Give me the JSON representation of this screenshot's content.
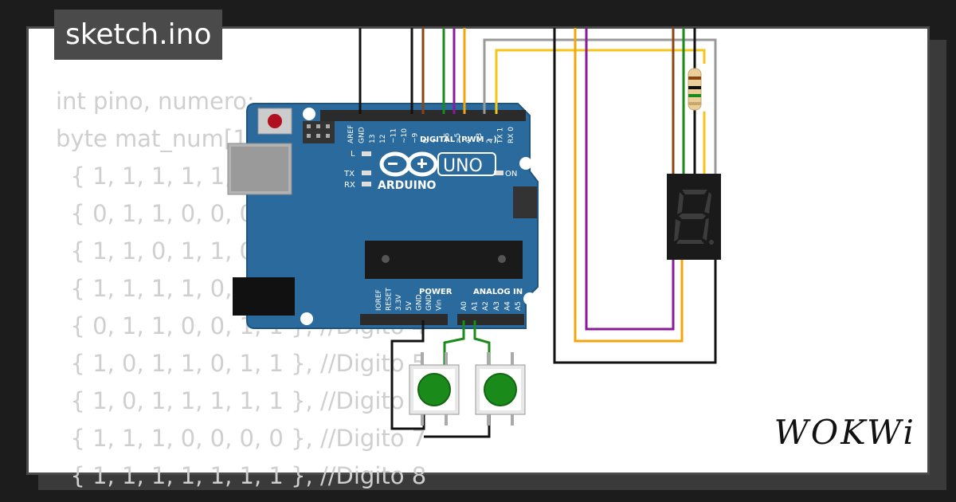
{
  "window": {
    "tab_title": "sketch.ino"
  },
  "code_lines": [
    "int pino, numero;",
    "byte mat_num[10][7] = {",
    "  { 1, 1, 1, 1, 1, 1, 0 }, //Digito 0",
    "  { 0, 1, 1, 0, 0, 0, 0 }, //Digito 1",
    "  { 1, 1, 0, 1, 1, 0, 1 }, //Digito 2",
    "  { 1, 1, 1, 1, 0, 0, 1 }, //Digito 3",
    "  { 0, 1, 1, 0, 0, 1, 1 }, //Digito 4",
    "  { 1, 0, 1, 1, 0, 1, 1 }, //Digito 5",
    "  { 1, 0, 1, 1, 1, 1, 1 }, //Digito 6",
    "  { 1, 1, 1, 0, 0, 0, 0 }, //Digito 7",
    "  { 1, 1, 1, 1, 1, 1, 1 }, //Digito 8"
  ],
  "arduino": {
    "brand": "ARDUINO",
    "model": "UNO",
    "digital_label": "DIGITAL (PWM ~)",
    "power_label": "POWER",
    "analog_label": "ANALOG IN",
    "led_labels": {
      "l": "L",
      "tx": "TX",
      "rx": "RX",
      "on": "ON"
    },
    "digital_pins": [
      "AREF",
      "GND",
      "13",
      "12",
      "~11",
      "~10",
      "~9",
      "8",
      "7",
      "~6",
      "~5",
      "4",
      "~3",
      "2",
      "TX 1",
      "RX 0"
    ],
    "power_pins": [
      "IOREF",
      "RESET",
      "3.3V",
      "5V",
      "GND",
      "GND",
      "Vin"
    ],
    "analog_pins": [
      "A0",
      "A1",
      "A2",
      "A3",
      "A4",
      "A5"
    ]
  },
  "brand_logo": "WOKWi",
  "colors": {
    "board_blue": "#2a6a9c",
    "wire_black": "#111111",
    "wire_brown": "#8b4513",
    "wire_green": "#1a8a1a",
    "wire_purple": "#8a1a9a",
    "wire_orange": "#f2a60c",
    "wire_gray": "#999999",
    "wire_yellow": "#f5c518",
    "button_green": "#1a8a1a"
  }
}
